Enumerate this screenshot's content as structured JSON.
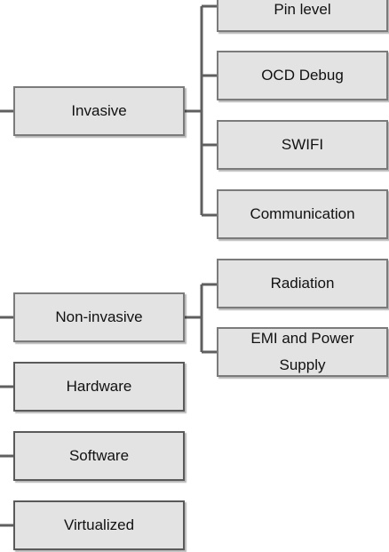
{
  "nodes": {
    "invasive": "Invasive",
    "pin_level": "Pin level",
    "ocd_debug": "OCD Debug",
    "swifi": "SWIFI",
    "communication": "Communication",
    "non_invasive": "Non-invasive",
    "radiation": "Radiation",
    "emi_power_supply": "EMI and Power Supply",
    "hardware": "Hardware",
    "software": "Software",
    "virtualized": "Virtualized"
  },
  "colors": {
    "box_fill": "#e3e3e3",
    "box_border": "#7b7b7b",
    "connector": "#5f5f5f"
  }
}
